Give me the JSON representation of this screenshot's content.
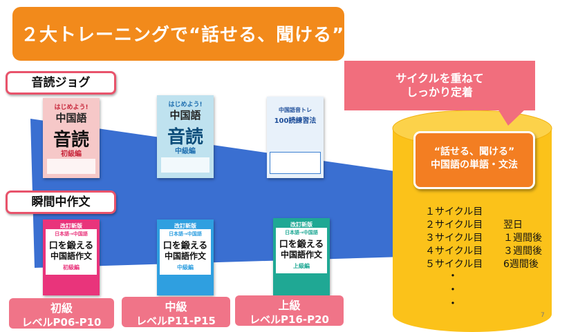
{
  "title": "２大トレーニングで“話せる、聞ける”",
  "sections": {
    "jog": "音読ジョグ",
    "composition": "瞬間中作文"
  },
  "books_top": [
    {
      "brand": "はじめよう!",
      "title": "中国語",
      "main": "音読",
      "sub": "初級編",
      "color": "#f6c8c8"
    },
    {
      "brand": "はじめよう!",
      "title": "中国語",
      "main": "音読",
      "sub": "中級編",
      "color": "#bfe2ef"
    },
    {
      "title": "中国語音トレ",
      "main": "100読練習法",
      "color": "#e8f1fa"
    }
  ],
  "books_bottom": [
    {
      "edition": "改訂新版",
      "tag": "日本語→中国語",
      "line1": "口を鍛える",
      "line2": "中国語作文",
      "sub": "初級編",
      "color": "#e9347b"
    },
    {
      "edition": "改訂新版",
      "tag": "日本語→中国語",
      "line1": "口を鍛える",
      "line2": "中国語作文",
      "sub": "中級編",
      "color": "#2f9fe0"
    },
    {
      "edition": "改訂新版",
      "tag": "日本語→中国語",
      "line1": "口を鍛える",
      "line2": "中国語作文",
      "sub": "上級編",
      "color": "#1fa894"
    }
  ],
  "levels": [
    {
      "name": "初級",
      "range": "レベルP06-P10"
    },
    {
      "name": "中級",
      "range": "レベルP11-P15"
    },
    {
      "name": "上級",
      "range": "レベルP16-P20"
    }
  ],
  "callout": {
    "line1": "サイクルを重ねて",
    "line2": "しっかり定着"
  },
  "cylinder": {
    "heading1": "“話せる、聞ける”",
    "heading2": "中国語の単語・文法",
    "cycles": [
      {
        "label": "１サイクル目",
        "timing": ""
      },
      {
        "label": "２サイクル目",
        "timing": "翌日"
      },
      {
        "label": "３サイクル目",
        "timing": "１週間後"
      },
      {
        "label": "４サイクル目",
        "timing": "３週間後"
      },
      {
        "label": "５サイクル目",
        "timing": "6週間後"
      }
    ],
    "dots": [
      "・",
      "・",
      "・"
    ]
  },
  "page_number": "7",
  "colors": {
    "title_bg": "#f28a1b",
    "arrow": "#3a6fd1",
    "cylinder": "#fbc21a",
    "callout": "#f16e7d",
    "level_box": "#f07488"
  }
}
